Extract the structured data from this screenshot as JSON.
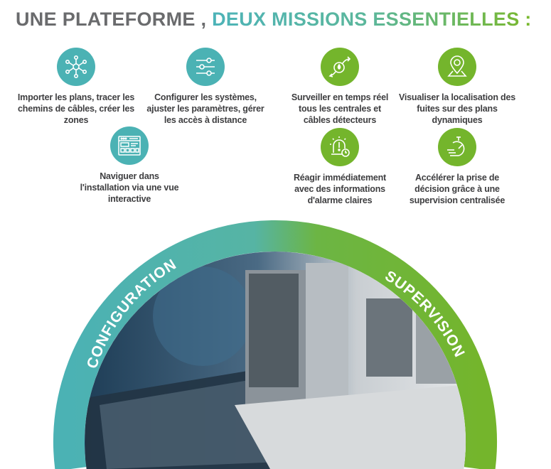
{
  "title": {
    "part1": "UNE PLATEFORME ,",
    "part2": "DEUX MISSIONS ESSENTIELLES :"
  },
  "configuration": {
    "label": "CONFIGURATION",
    "features": [
      {
        "icon": "network-hub-icon",
        "text": "Importer les plans, tracer les chemins de câbles, créer les zones"
      },
      {
        "icon": "sliders-icon",
        "text": "Configurer les systèmes, ajuster les paramètres, gérer les accès à distance"
      },
      {
        "icon": "browser-window-icon",
        "text": "Naviguer dans l'installation via une vue interactive"
      }
    ]
  },
  "supervision": {
    "label": "SUPERVISION",
    "features": [
      {
        "icon": "cable-drop-icon",
        "text": "Surveiller en temps réel tous les centrales et câbles détecteurs"
      },
      {
        "icon": "map-pin-icon",
        "text": "Visualiser la localisation des fuites sur des plans dynamiques"
      },
      {
        "icon": "alarm-clock-icon",
        "text": "Réagir immédiatement avec des informations d'alarme claires"
      },
      {
        "icon": "stopwatch-speed-icon",
        "text": "Accélérer la prise de décision grâce à une supervision centralisée"
      }
    ]
  },
  "colors": {
    "teal": "#4bb2b4",
    "green": "#74b52c",
    "gray": "#6a6b6d"
  }
}
